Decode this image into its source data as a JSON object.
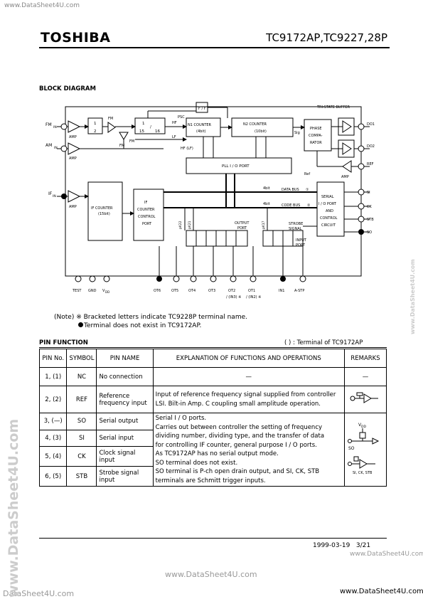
{
  "watermark_top": "www.DataSheet4U.com",
  "header": {
    "brand": "TOSHIBA",
    "part_numbers": "TC9172AP,TC9227,28P"
  },
  "block_diagram": {
    "title": "BLOCK DIAGRAM",
    "labels": {
      "fm_in": "FM",
      "fm_in_sub": "IN",
      "am_in": "AM",
      "am_in_sub": "IN",
      "if_in": "IF",
      "if_in_sub": "IN",
      "amp": "AMP",
      "fm": "FM",
      "div2_num": "1",
      "div2_den": "2",
      "div1516_num": "1",
      "div1516_sep": "/",
      "div1516_den1": "15",
      "div1516_den2": "16",
      "hf": "HF",
      "lf": "LF",
      "psc": "PSC",
      "ff": "F / F",
      "hf_lf": "HF (LF)",
      "n1_counter": "N1 COUNTER",
      "n1_bits": "(4bit)",
      "n2_counter": "N2 COUNTER",
      "n2_bits": "(10bit)",
      "sig": "Sig",
      "phase": "PHASE",
      "compa": "COMPA-",
      "rator": "RATOR",
      "tri_state": "TRI-STATE BUFFER",
      "do1": "DO1",
      "do2": "DO2",
      "ref": "REF",
      "ref_in": "Ref",
      "pll_io": "PLL I / O PORT",
      "if_counter": "IF COUNTER",
      "if_counter_bits": "(15bit)",
      "if_ctrl1": "IF",
      "if_ctrl2": "COUNTER",
      "if_ctrl3": "CONTROL",
      "if_ctrl4": "PORT",
      "data_bus": "DATA BUS",
      "data_bus_mark": "①",
      "code_bus": "CODE BUS",
      "code_bus_mark": "②",
      "four_bit": "4bit",
      "four_bit2": "4bit",
      "serial1": "SERIAL",
      "serial2": "I / O PORT",
      "serial3": "AND",
      "serial4": "CONTROL",
      "serial5": "CIRCUIT",
      "strobe": "STROBE",
      "signal": "SIGNAL",
      "si": "SI",
      "ck": "CK",
      "stb": "STB",
      "so": "SO",
      "output": "OUTPUT",
      "port": "PORT",
      "input": "INPUT",
      "input_port": "PORT",
      "pk23": "pK22",
      "pk21": "pK21",
      "pk17": "pK17",
      "test": "TEST",
      "gnd": "GND",
      "vdd": "V",
      "vdd_sub": "DD",
      "ot6": "OT6",
      "ot5": "OT5",
      "ot4": "OT4",
      "ot3": "OT3",
      "ot2": "OT2",
      "ot1": "OT1",
      "in1": "IN1",
      "astp": "A-STP",
      "in3": "/ (IN3) ※",
      "in2": "/ (IN2) ※"
    }
  },
  "notes": {
    "prefix": "(Note)",
    "line1": "※ Bracketed letters indicate TC9228P terminal name.",
    "line2": "Terminal does not exist in TC9172AP."
  },
  "pin_function": {
    "title": "PIN FUNCTION",
    "legend": "(    ) : Terminal of TC9172AP",
    "headers": [
      "PIN No.",
      "SYMBOL",
      "PIN NAME",
      "EXPLANATION OF FUNCTIONS AND OPERATIONS",
      "REMARKS"
    ],
    "rows": [
      {
        "pin": "1, (1)",
        "symbol": "NC",
        "name": "No connection",
        "expl": "—",
        "remark": "—"
      },
      {
        "pin": "2, (2)",
        "symbol": "REF",
        "name": "Reference frequency input",
        "expl": "Input of reference frequency signal supplied from controller LSI. Bilt-in Amp. C coupling small amplitude operation."
      },
      {
        "pin": "3, (—)",
        "symbol": "SO",
        "name": "Serial output"
      },
      {
        "pin": "4, (3)",
        "symbol": "SI",
        "name": "Serial input"
      },
      {
        "pin": "5, (4)",
        "symbol": "CK",
        "name": "Clock signal input"
      },
      {
        "pin": "6, (5)",
        "symbol": "STB",
        "name": "Strobe signal input"
      }
    ],
    "shared_expl": [
      "Serial I / O ports.",
      "Carries out between controller the setting of frequency",
      "dividing number, dividing type, and the transfer of data",
      "for controlling IF counter, general purpose I / O ports.",
      "As TC9172AP has no serial output mode.",
      "SO terminal does not exist.",
      "SO terminal is P-ch open drain output, and SI, CK, STB",
      "terminals are Schmitt trigger inputs."
    ],
    "remark_labels": {
      "vdd": "V",
      "vdd_sub": "DD",
      "so": "SO",
      "si_ck_stb": "SI, CK, STB"
    }
  },
  "footer": {
    "date": "1999-03-19",
    "page": "3/21",
    "wm1": "www.DataSheet4U.com",
    "wm2": "www.DataSheet4U.com",
    "wm3": "DataSheet4U.com",
    "wm4": "www.DataSheet4U.com"
  },
  "side_watermarks": {
    "left": "www.DataSheet4U.com",
    "right": "www.DataSheet4U.com"
  }
}
